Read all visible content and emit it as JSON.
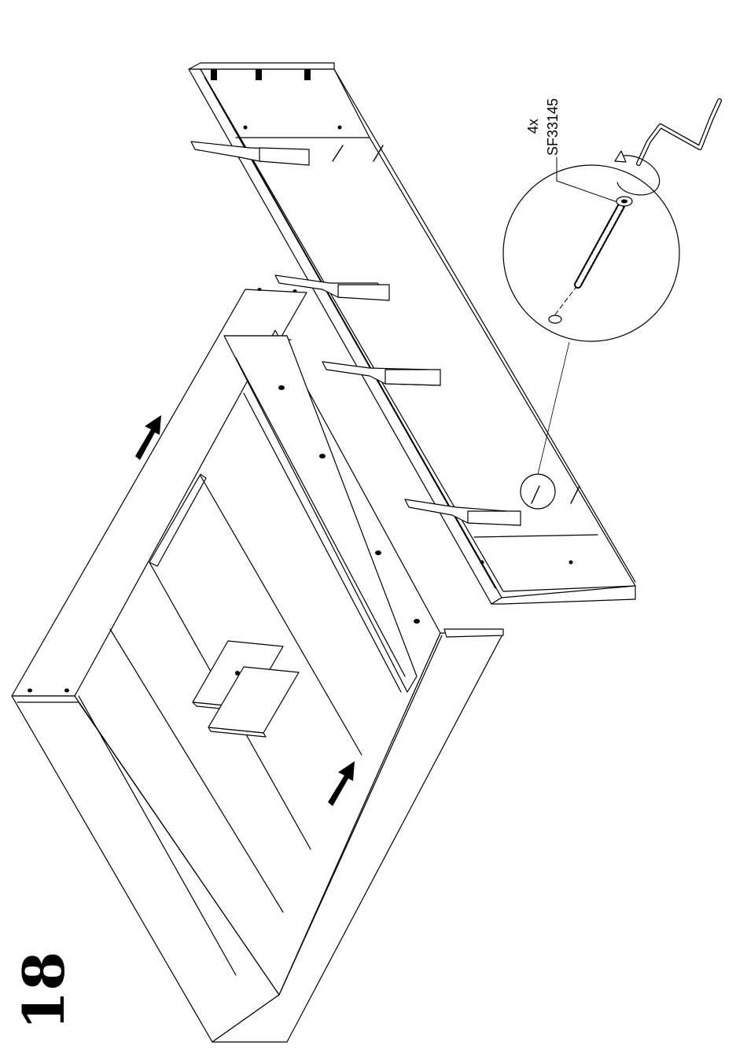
{
  "step": {
    "number": "18"
  },
  "callout": {
    "quantity": "4x",
    "part_code": "SF33145"
  },
  "icons": [
    "push-arrow-icon",
    "screwdriver-icon",
    "rotation-arrow-icon",
    "screw-icon"
  ]
}
